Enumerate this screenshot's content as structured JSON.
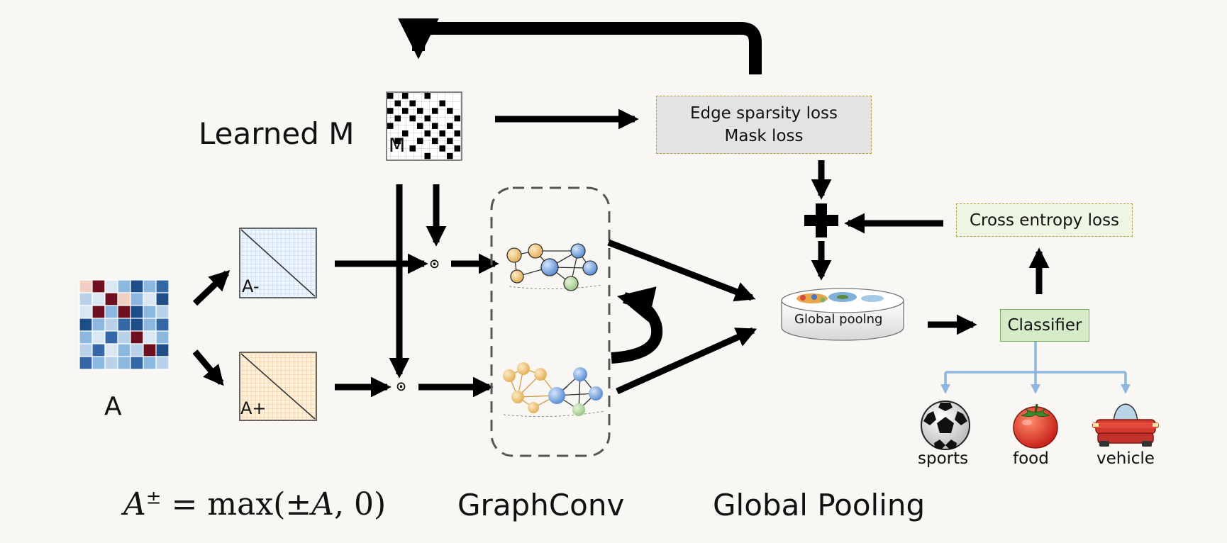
{
  "labels": {
    "learned_m": "Learned M",
    "matrix_m": "M",
    "matrix_a": "A",
    "a_minus": "A-",
    "a_plus": "A+",
    "formula": "A^{±} = max(±A, 0)",
    "formula_base": "A",
    "formula_sup": "±",
    "formula_rest": "= max(±",
    "formula_var": "A",
    "formula_end": ", 0)",
    "graphconv": "GraphConv",
    "global_pooling": "Global Pooling",
    "global_pooling_disk": "Global poolng",
    "hadamard": "⊙"
  },
  "loss_box": {
    "line1": "Edge sparsity loss",
    "line2": "Mask loss"
  },
  "cross_entropy": "Cross entropy loss",
  "classifier": "Classifier",
  "outputs": [
    {
      "label": "sports",
      "icon": "soccer-ball-icon"
    },
    {
      "label": "food",
      "icon": "tomato-icon"
    },
    {
      "label": "vehicle",
      "icon": "car-icon"
    }
  ],
  "colors": {
    "loss_fill": "#e3e3e3",
    "loss_border": "#c49a35",
    "ce_fill": "#eef5e3",
    "ce_border": "#a9a73c",
    "classifier_fill": "#d6ebc8",
    "classifier_border": "#7aaa5e",
    "branch_arrows": "#8eb7e0"
  }
}
